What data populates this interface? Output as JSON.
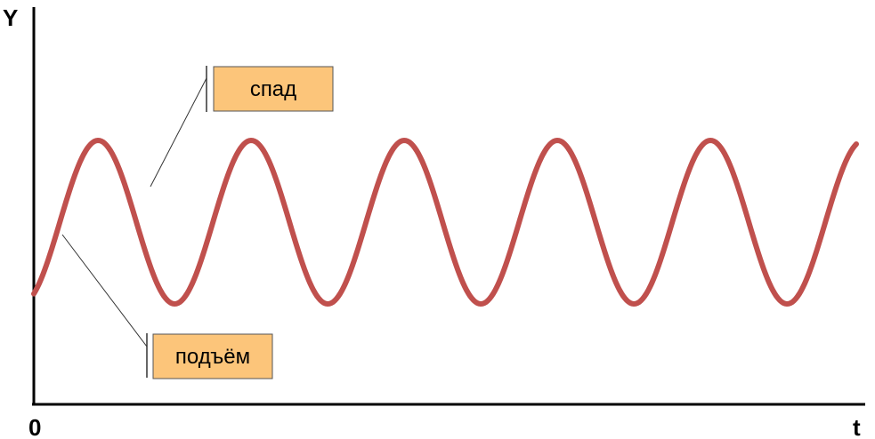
{
  "axes": {
    "y_label": "Y",
    "x_label": "t",
    "origin_label": "0"
  },
  "callouts": {
    "decline": "спад",
    "rise": "подъём"
  },
  "colors": {
    "curve": "#c0504d",
    "callout_fill": "#fcc57a",
    "callout_border": "#555555",
    "axis": "#000000"
  }
}
